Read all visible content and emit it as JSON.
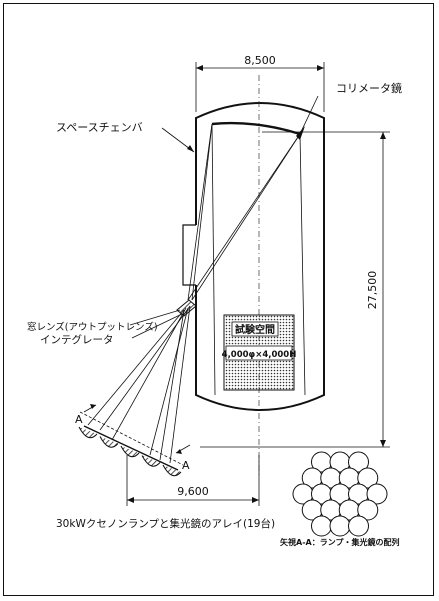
{
  "labels": {
    "width_dim": "8,500",
    "collimator": "コリメータ鏡",
    "chamber": "スペースチェンバ",
    "height_dim": "27,500",
    "test_space": "試験空間",
    "test_size": "4,000φ×4,000H",
    "window_lens": "窓レンズ(アウトプットレンズ)",
    "integrator": "インテグレータ",
    "section_a_left": "A",
    "section_a_right": "A",
    "base_dim": "9,600",
    "lamp_array": "30kWクセノンランプと集光鏡のアレイ(19台)",
    "view_caption": "矢視A-A：ランプ・集光鏡の配列"
  },
  "lamp_count": 19
}
